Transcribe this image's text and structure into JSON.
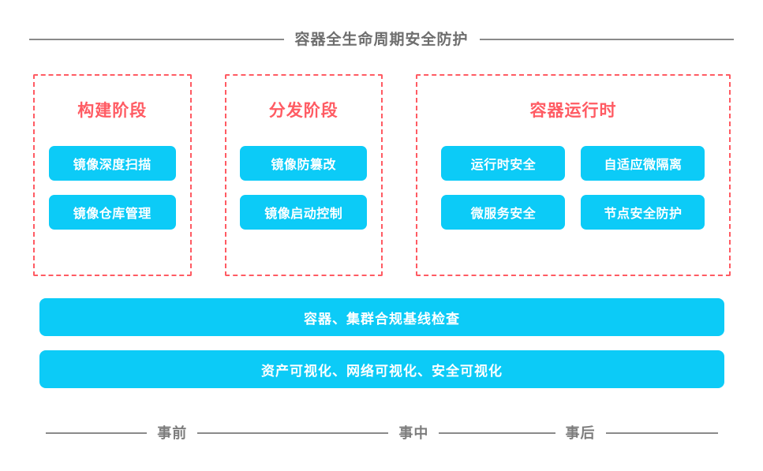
{
  "header": {
    "title": "容器全生命周期安全防护"
  },
  "colors": {
    "accent_cyan": "#0ccbf7",
    "accent_red": "#ff5b63",
    "rule_gray": "#8a8a8a",
    "title_gray": "#6e6e6e",
    "background": "#ffffff"
  },
  "stages": [
    {
      "id": "build",
      "title": "构建阶段",
      "items": [
        {
          "label": "镜像深度扫描"
        },
        {
          "label": "镜像仓库管理"
        }
      ]
    },
    {
      "id": "distribute",
      "title": "分发阶段",
      "items": [
        {
          "label": "镜像防篡改"
        },
        {
          "label": "镜像启动控制"
        }
      ]
    },
    {
      "id": "runtime",
      "title": "容器运行时",
      "items": [
        {
          "label": "运行时安全"
        },
        {
          "label": "自适应微隔离"
        },
        {
          "label": "微服务安全"
        },
        {
          "label": "节点安全防护"
        }
      ]
    }
  ],
  "bars": [
    {
      "id": "compliance",
      "label": "容器、集群合规基线检查"
    },
    {
      "id": "visibility",
      "label": "资产可视化、网络可视化、安全可视化"
    }
  ],
  "timeline": {
    "phases": [
      {
        "label": "事前"
      },
      {
        "label": "事中"
      },
      {
        "label": "事后"
      }
    ]
  }
}
